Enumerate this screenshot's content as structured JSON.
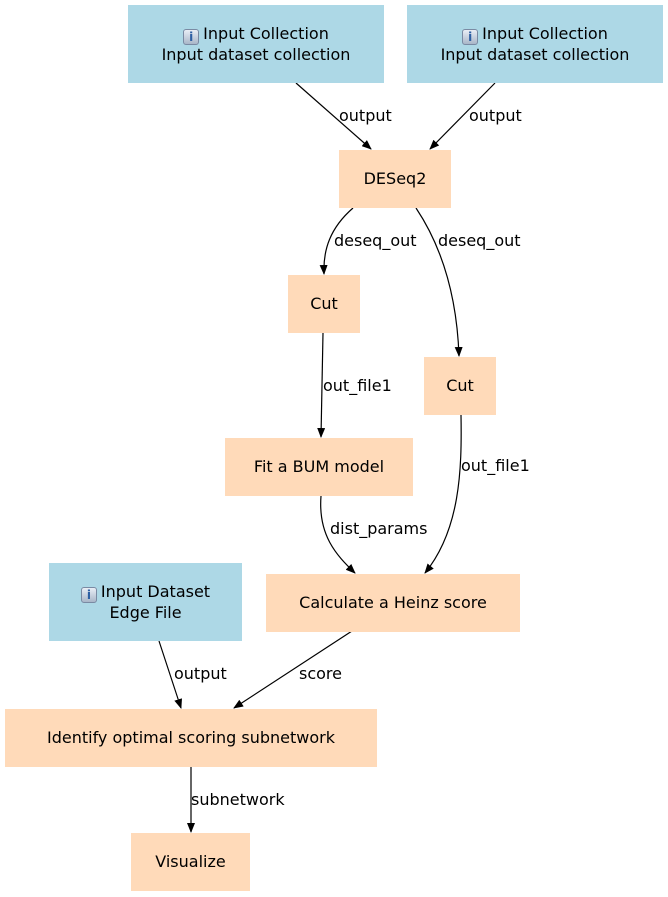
{
  "nodes": {
    "input1": {
      "title": "Input Collection",
      "subtitle": "Input dataset collection",
      "icon": "info-icon"
    },
    "input2": {
      "title": "Input Collection",
      "subtitle": "Input dataset collection",
      "icon": "info-icon"
    },
    "deseq2": {
      "label": "DESeq2"
    },
    "cut1": {
      "label": "Cut"
    },
    "cut2": {
      "label": "Cut"
    },
    "bum": {
      "label": "Fit a BUM model"
    },
    "heinz_score": {
      "label": "Calculate a Heinz score"
    },
    "input3": {
      "title": "Input Dataset",
      "subtitle": "Edge File",
      "icon": "info-icon"
    },
    "subnetwork": {
      "label": "Identify optimal scoring subnetwork"
    },
    "visualize": {
      "label": "Visualize"
    }
  },
  "edges": {
    "input1_deseq2": "output",
    "input2_deseq2": "output",
    "deseq2_cut1": "deseq_out",
    "deseq2_cut2": "deseq_out",
    "cut1_bum": "out_file1",
    "cut2_heinz": "out_file1",
    "bum_heinz": "dist_params",
    "input3_subnetwork": "output",
    "heinz_subnetwork": "score",
    "subnetwork_visualize": "subnetwork"
  },
  "colors": {
    "input_node": "#add8e6",
    "tool_node": "#ffdab9",
    "edge": "#000000"
  }
}
